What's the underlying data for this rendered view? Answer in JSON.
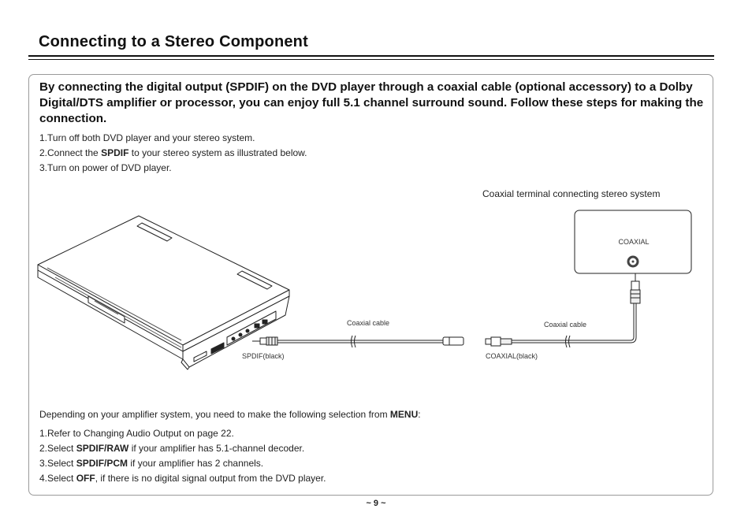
{
  "header": {
    "title": "Connecting to a Stereo Component"
  },
  "intro": "By connecting the digital output (SPDIF) on the DVD player through a coaxial cable (optional accessory) to a Dolby Digital/DTS amplifier or processor, you can enjoy full 5.1 channel surround sound.    Follow these steps for making the connection.",
  "steps": {
    "step1": "1.Turn off both DVD player and your stereo system.",
    "step2_pre": "2.Connect the ",
    "step2_bold": "SPDIF",
    "step2_post": " to your stereo system as illustrated below.",
    "step3": "3.Turn on power of DVD player."
  },
  "diagram": {
    "caption": "Coaxial terminal connecting stereo system",
    "stereo_label": "COAXIAL",
    "cable_label_left": "Coaxial cable",
    "cable_label_right": "Coaxial cable",
    "plug_label_left": "SPDIF(black)",
    "plug_label_right": "COAXIAL(black)"
  },
  "menu_note": {
    "pre": "Depending on your amplifier system, you need to make the following selection from ",
    "bold": "MENU",
    "post": ":"
  },
  "selections": {
    "item1": "1.Refer to Changing Audio Output on page 22.",
    "item2_pre": "2.Select ",
    "item2_bold": "SPDIF/RAW",
    "item2_post": " if your amplifier has 5.1-channel decoder.",
    "item3_pre": "3.Select ",
    "item3_bold": "SPDIF/PCM",
    "item3_post": " if your amplifier has 2 channels.",
    "item4_pre": "4.Select ",
    "item4_bold": "OFF",
    "item4_post": ", if there is no digital signal output from the DVD player."
  },
  "footer": {
    "page_number": "~ 9 ~"
  }
}
